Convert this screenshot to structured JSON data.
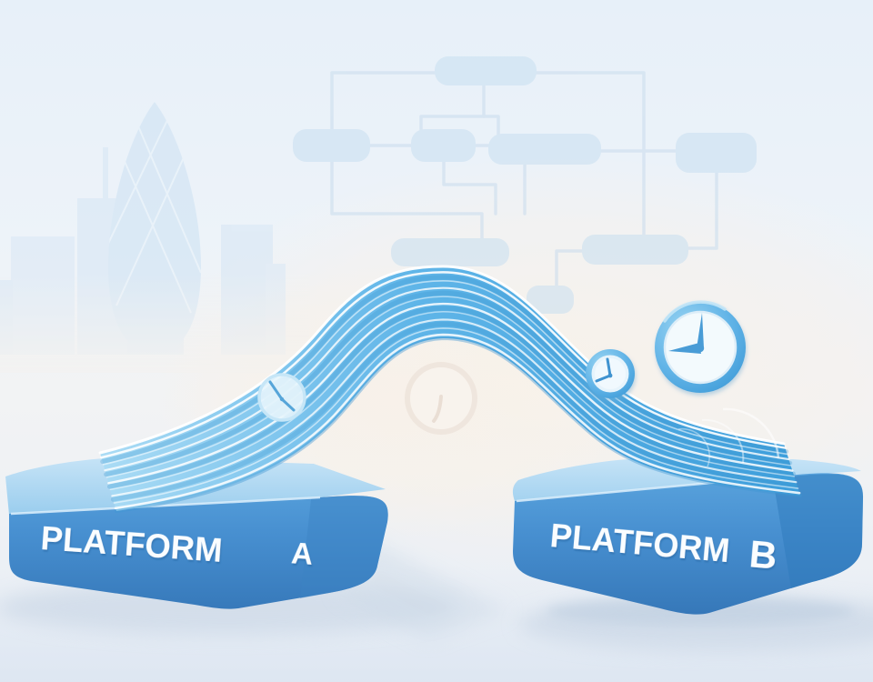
{
  "illustration": {
    "description": "Ribbons of data arching from one platform block to another, with clocks, faint city skyline and faint flowchart in background",
    "platform_a": {
      "name": "PLATFORM",
      "letter": "A"
    },
    "platform_b": {
      "name": "PLATFORM",
      "letter": "B"
    },
    "icons": [
      "clock-icon-on-ribbon",
      "ghost-clock-icon",
      "small-clock-icon",
      "large-clock-icon"
    ],
    "colors": {
      "background_top": "#e7f0f9",
      "background_warm": "#f8f1e9",
      "background_bottom": "#e8eef6",
      "skyline": "#d8e7f5",
      "flowchart_node": "#c8dff0",
      "flowchart_line": "#c9dced",
      "ribbon_light": "#abdcf5",
      "ribbon_mid": "#5fb5e8",
      "ribbon_deep": "#3d9edb",
      "platform_top": "#c9e5f7",
      "platform_front": "#478fd0",
      "platform_side": "#2e79bc",
      "label_text": "#fafdff",
      "clock_ring": "#5fb3e7",
      "clock_face": "#f0f8fd",
      "clock_hand": "#4496d3",
      "ghost_clock": "#e8dcd2",
      "shadow": "#c5d3e3"
    }
  }
}
